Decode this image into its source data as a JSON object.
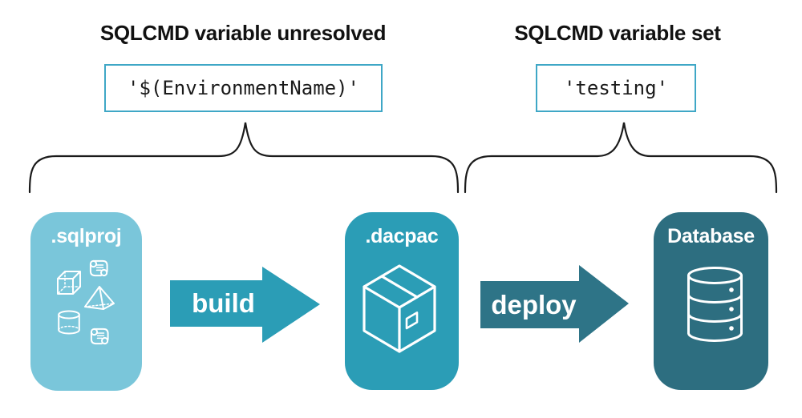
{
  "annotations": {
    "left": {
      "heading": "SQLCMD variable unresolved",
      "value": "'$(EnvironmentName)'"
    },
    "right": {
      "heading": "SQLCMD variable set",
      "value": "'testing'"
    }
  },
  "pipeline": {
    "nodes": [
      {
        "id": "sqlproj",
        "label": ".sqlproj",
        "color": "#7AC6DA",
        "icon": "sql-project-objects-icon"
      },
      {
        "id": "dacpac",
        "label": ".dacpac",
        "color": "#2B9DB6",
        "icon": "package-icon"
      },
      {
        "id": "database",
        "label": "Database",
        "color": "#2D6E80",
        "icon": "database-icon"
      }
    ],
    "arrows": [
      {
        "label": "build",
        "color": "#2B9DB6"
      },
      {
        "label": "deploy",
        "color": "#2E7487"
      }
    ]
  },
  "colors": {
    "background": "#FFFFFF",
    "code_box_border": "#3FA7C6",
    "brace_stroke": "#1A1A1A",
    "heading_text": "#111111",
    "node_label_text": "#FFFFFF"
  }
}
